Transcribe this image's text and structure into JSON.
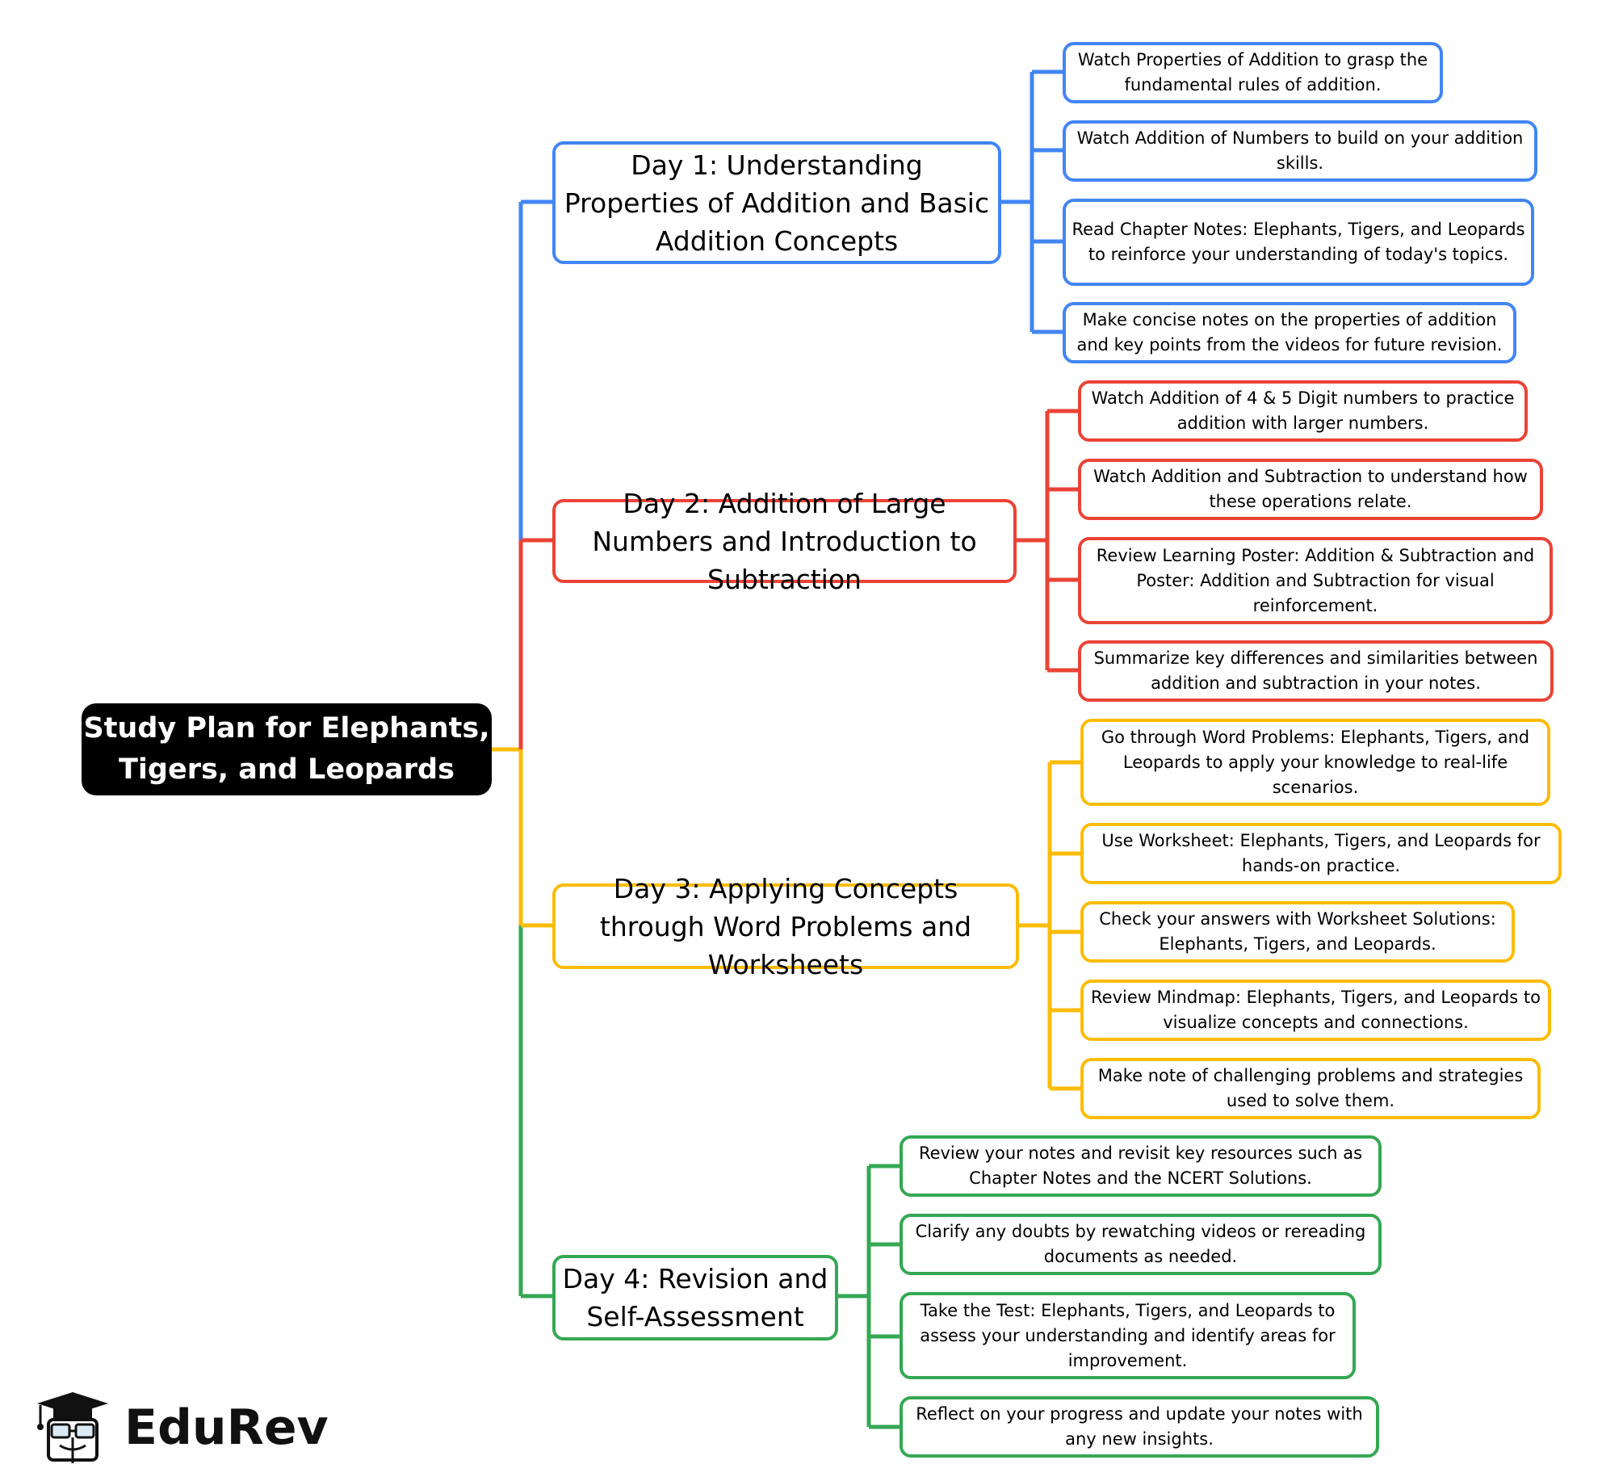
{
  "root": {
    "title": "Study Plan for Elephants, Tigers, and Leopards"
  },
  "colors": {
    "day1": "#4285F4",
    "day2": "#EA4335",
    "day3": "#FBBC05",
    "day4": "#34A853",
    "root_bg": "#000000"
  },
  "days": [
    {
      "title": "Day 1: Understanding Properties of Addition and Basic Addition Concepts",
      "tasks": [
        "Watch Properties of Addition to grasp the fundamental rules of addition.",
        "Watch Addition of Numbers to build on your addition skills.",
        "Read Chapter Notes: Elephants, Tigers, and Leopards to reinforce your understanding of today's topics.",
        "Make concise notes on the properties of addition and key points from the videos for future revision."
      ]
    },
    {
      "title": "Day 2: Addition of Large Numbers and Introduction to Subtraction",
      "tasks": [
        "Watch Addition of 4 & 5 Digit numbers to practice addition with larger numbers.",
        "Watch Addition and Subtraction to understand how these operations relate.",
        "Review Learning Poster: Addition & Subtraction and Poster: Addition and Subtraction for visual reinforcement.",
        "Summarize key differences and similarities between addition and subtraction in your notes."
      ]
    },
    {
      "title": "Day 3: Applying Concepts through Word Problems and Worksheets",
      "tasks": [
        "Go through Word Problems: Elephants, Tigers, and Leopards to apply your knowledge to real-life scenarios.",
        "Use Worksheet: Elephants, Tigers, and Leopards for hands-on practice.",
        "Check your answers with Worksheet Solutions: Elephants, Tigers, and Leopards.",
        "Review Mindmap: Elephants, Tigers, and Leopards to visualize concepts and connections.",
        "Make note of challenging problems and strategies used to solve them."
      ]
    },
    {
      "title": "Day 4: Revision and Self-Assessment",
      "tasks": [
        "Review your notes and revisit key resources such as Chapter Notes and the NCERT Solutions.",
        "Clarify any doubts by rewatching videos or rereading documents as needed.",
        "Take the Test: Elephants, Tigers, and Leopards to assess your understanding and identify areas for improvement.",
        "Reflect on your progress and update your notes with any new insights."
      ]
    }
  ],
  "logo": {
    "text": "EduRev",
    "icon": "graduation-cap-mascot-icon"
  }
}
